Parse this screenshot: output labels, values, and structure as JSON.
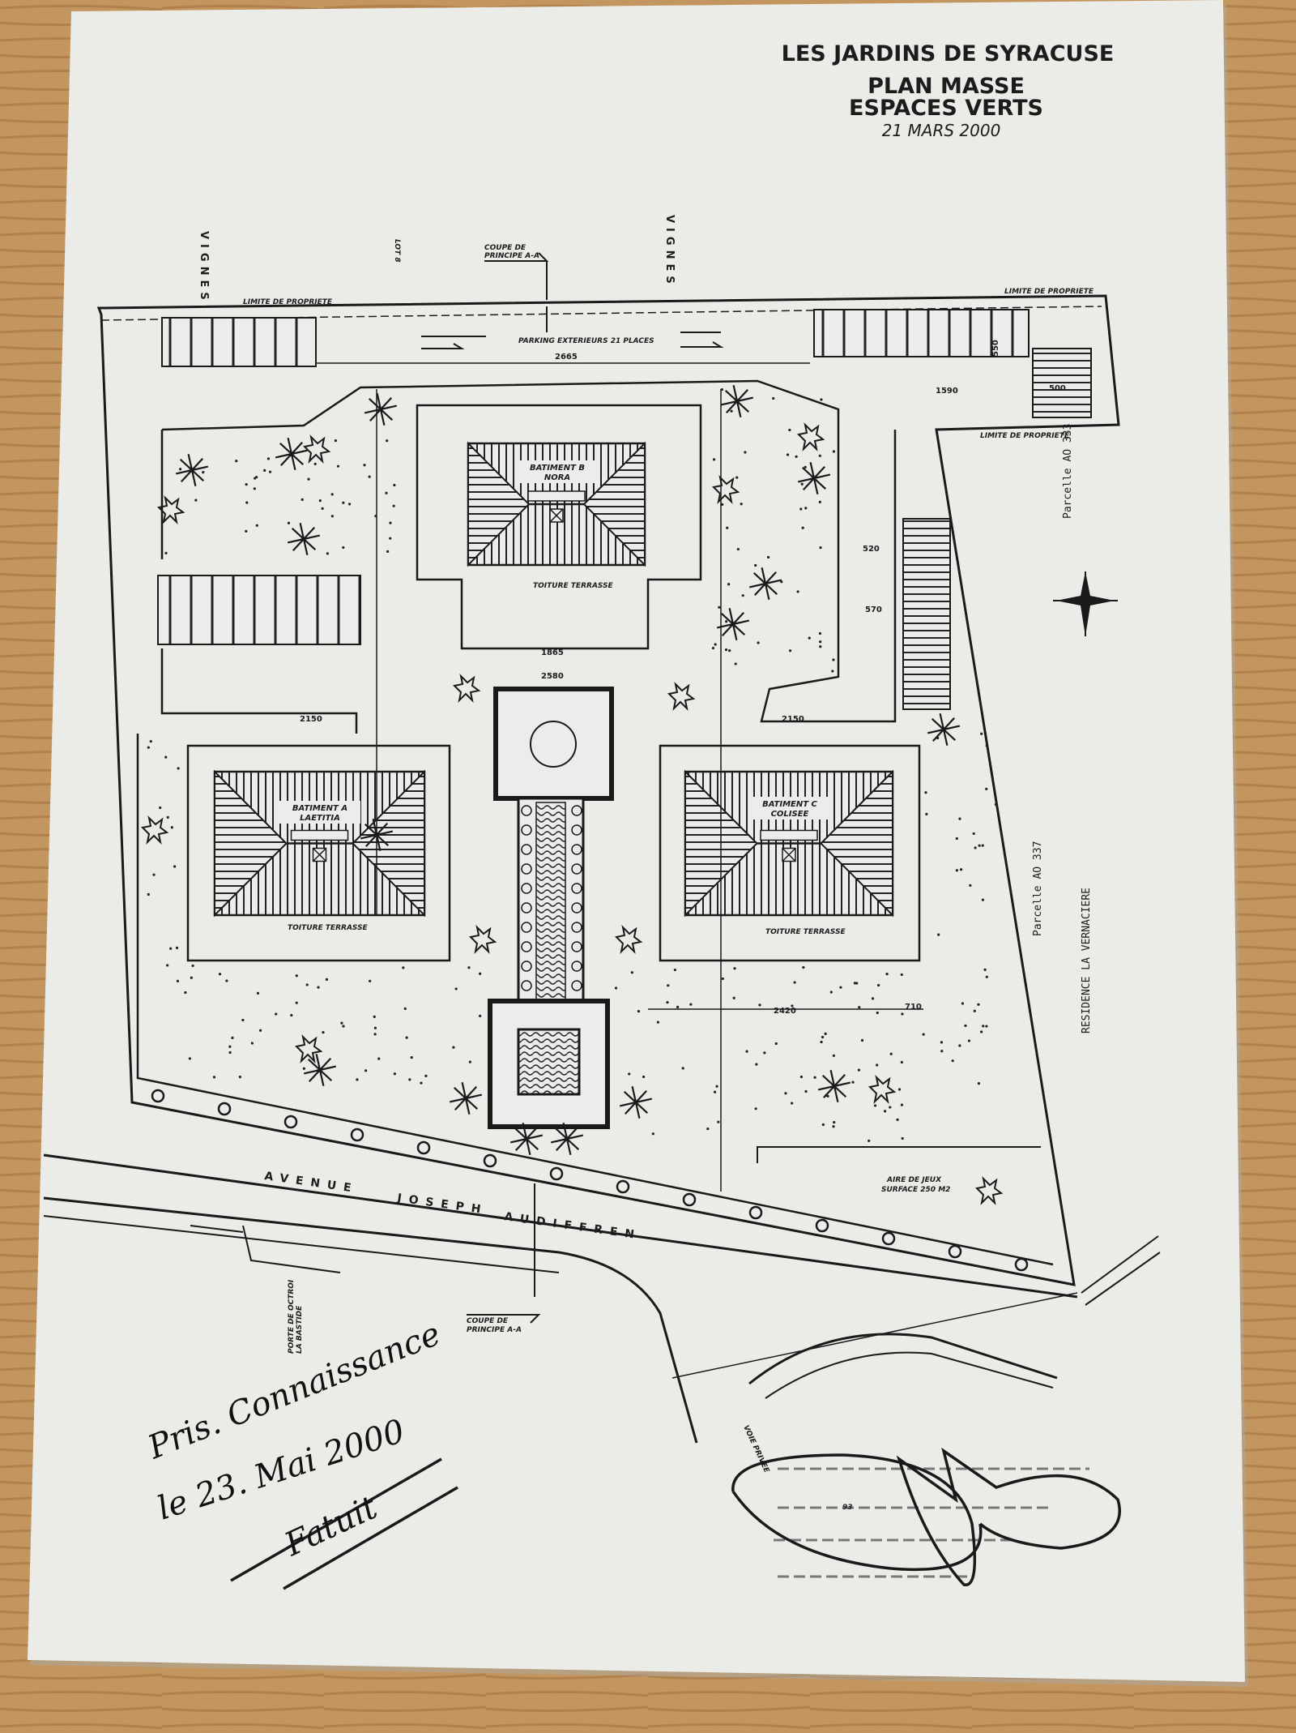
{
  "title": {
    "project": "LES JARDINS DE SYRACUSE",
    "line1": "PLAN MASSE",
    "line2": "ESPACES VERTS",
    "date": "21 MARS 2000"
  },
  "labels": {
    "vignes_left": "VIGNES",
    "lot": "LOT 8",
    "vignes_right": "VIGNES",
    "coupe_top": [
      "COUPE DE",
      "PRINCIPE A-A"
    ],
    "coupe_bottom": [
      "COUPE DE",
      "PRINCIPE A-A"
    ],
    "parking": "PARKING EXTERIEURS 21 PLACES",
    "limite_top_left": "LIMITE DE PROPRIETE",
    "limite_top_right": "LIMITE DE PROPRIETE",
    "limite_right_lower": "LIMITE DE PROPRIETE",
    "parcelle_333": "Parcelle AO 333",
    "parcelle_337": "Parcelle AO 337",
    "residence": "RESIDENCE LA VERNACIERE",
    "avenue": [
      "AVENUE",
      "JOSEPH",
      "AUDIFFREN"
    ],
    "voie_privee": "VOIE PRIVEE",
    "porte": [
      "PORTE DE OCTROI",
      "LA BASTIDE"
    ],
    "aire_jeux": [
      "AIRE DE JEUX",
      "SURFACE 250 M2"
    ]
  },
  "buildings": [
    {
      "name": "BATIMENT A",
      "sub": "LAETITIA",
      "roof": "TOITURE TERRASSE"
    },
    {
      "name": "BATIMENT B",
      "sub": "NORA",
      "roof": "TOITURE TERRASSE"
    },
    {
      "name": "BATIMENT C",
      "sub": "COLISEE",
      "roof": "TOITURE TERRASSE"
    }
  ],
  "dimensions": {
    "parking_width": "2665",
    "right_parking": "1590",
    "right_500": "500",
    "right_550": "550",
    "d520": "520",
    "d570": "570",
    "d2150_left": "2150",
    "d2150_right": "2150",
    "d1865": "1865",
    "d2580": "2580",
    "d2420": "2420",
    "d710": "710"
  },
  "annotations": {
    "handwritten_line1": "Pris. Connaissance",
    "handwritten_line2": "le 23. Mai 2000",
    "signature_left": "Fatuit",
    "stamp_number": "93"
  },
  "colors": {
    "table": "#c4965f",
    "paper": "#ebebe8",
    "ink": "#1a1a1a"
  }
}
